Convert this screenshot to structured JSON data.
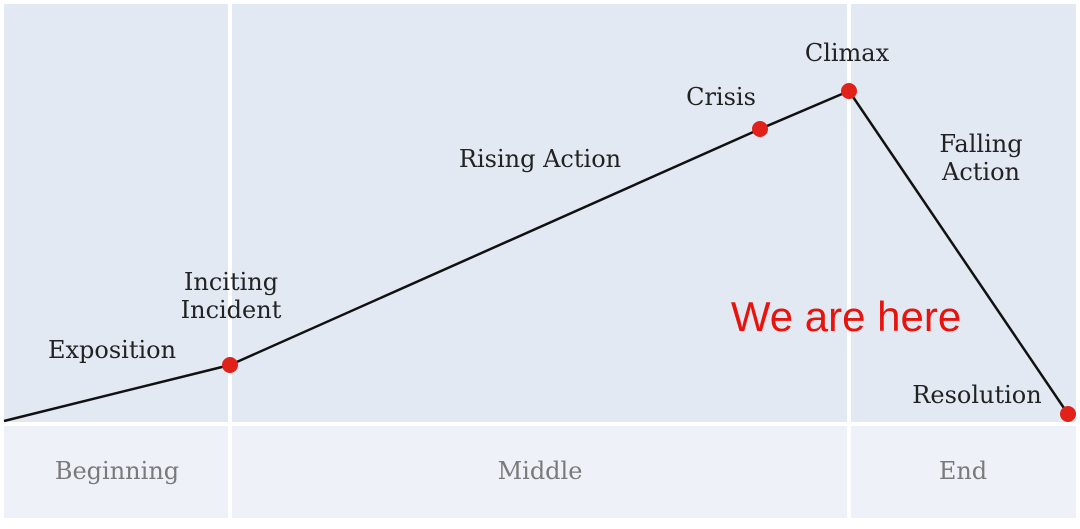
{
  "colors": {
    "plot_bg": "#e3e9f2",
    "bottom_bg": "#eef2f8",
    "line": "#111111",
    "point": "#e0221b",
    "annotation": "#e8130c"
  },
  "sections": {
    "beginning": "Beginning",
    "middle": "Middle",
    "end": "End"
  },
  "points": {
    "exposition": "Exposition",
    "inciting_1": "Inciting",
    "inciting_2": "Incident",
    "rising": "Rising Action",
    "crisis": "Crisis",
    "climax": "Climax",
    "falling_1": "Falling",
    "falling_2": "Action",
    "resolution": "Resolution"
  },
  "annotation": "We are here"
}
